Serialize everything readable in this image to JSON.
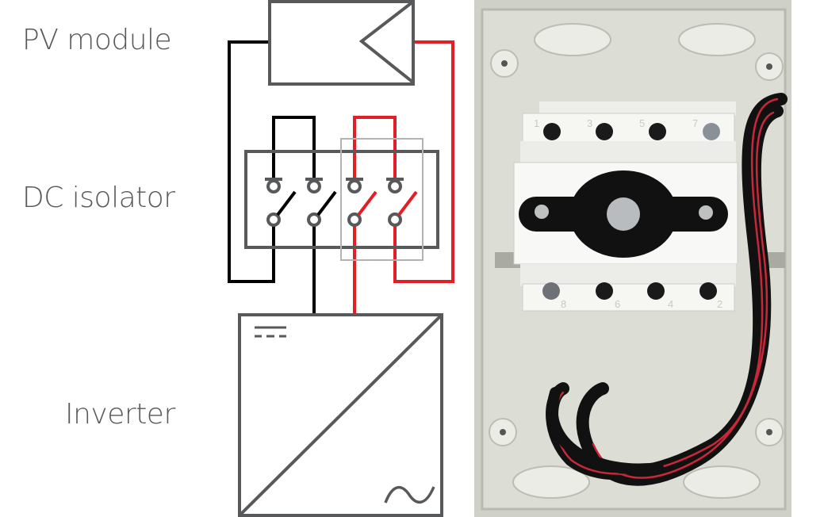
{
  "labels": {
    "pv_module": "PV module",
    "dc_isolator": "DC isolator",
    "inverter": "Inverter"
  },
  "photo": {
    "top_terminals": [
      "1",
      "3",
      "5",
      "7"
    ],
    "bottom_terminals": [
      "8",
      "6",
      "4",
      "2"
    ]
  },
  "colors": {
    "symbol_gray": "#58595b",
    "positive_wire": "#e31e24",
    "negative_wire": "#000000",
    "pole_group_outline": "#b3b3b3"
  }
}
